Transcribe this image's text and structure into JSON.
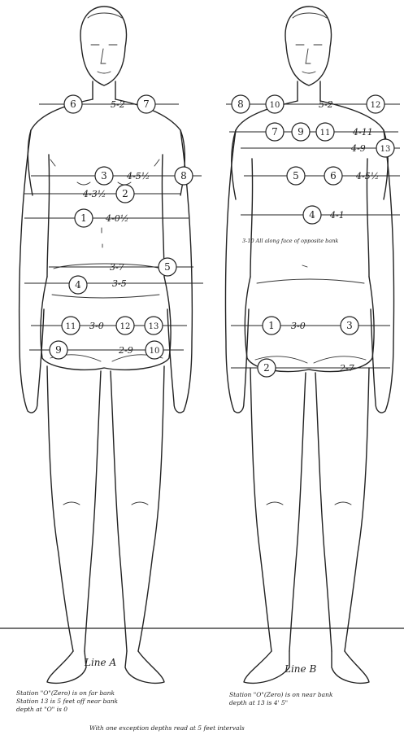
{
  "figures": [
    {
      "label": "Line A",
      "note_lines": [
        "Station \"O\"(Zero) is on far bank",
        "Station 13 is 5 feet off near bank",
        "depth at \"O\" is 0"
      ],
      "stations": [
        {
          "num": "6"
        },
        {
          "num": "7"
        },
        {
          "num": "3"
        },
        {
          "num": "8"
        },
        {
          "num": "2"
        },
        {
          "num": "1"
        },
        {
          "num": "5"
        },
        {
          "num": "4"
        },
        {
          "num": "11"
        },
        {
          "num": "12"
        },
        {
          "num": "13"
        },
        {
          "num": "9"
        },
        {
          "num": "10"
        }
      ],
      "depths": [
        {
          "text": "5-2"
        },
        {
          "text": "4-5½"
        },
        {
          "text": "4-3½"
        },
        {
          "text": "4-0½"
        },
        {
          "text": "3-7"
        },
        {
          "text": "3-5"
        },
        {
          "text": "3-0"
        },
        {
          "text": "2-9"
        }
      ]
    },
    {
      "label": "Line B",
      "note_lines": [
        "Station \"O\"(Zero) is on near bank",
        "depth at 13 is 4' 5\""
      ],
      "stations": [
        {
          "num": "8"
        },
        {
          "num": "10"
        },
        {
          "num": "12"
        },
        {
          "num": "7"
        },
        {
          "num": "9"
        },
        {
          "num": "11"
        },
        {
          "num": "13"
        },
        {
          "num": "5"
        },
        {
          "num": "6"
        },
        {
          "num": "4"
        },
        {
          "num": "1"
        },
        {
          "num": "3"
        },
        {
          "num": "2"
        }
      ],
      "depths": [
        {
          "text": "5-2"
        },
        {
          "text": "4-11"
        },
        {
          "text": "4-9"
        },
        {
          "text": "4-5½"
        },
        {
          "text": "4-1"
        },
        {
          "text": "3-0"
        },
        {
          "text": "2-7"
        }
      ],
      "annotation": "3-10 All along face of opposite bank"
    }
  ],
  "footer": "With one exception depths read at 5 feet intervals"
}
